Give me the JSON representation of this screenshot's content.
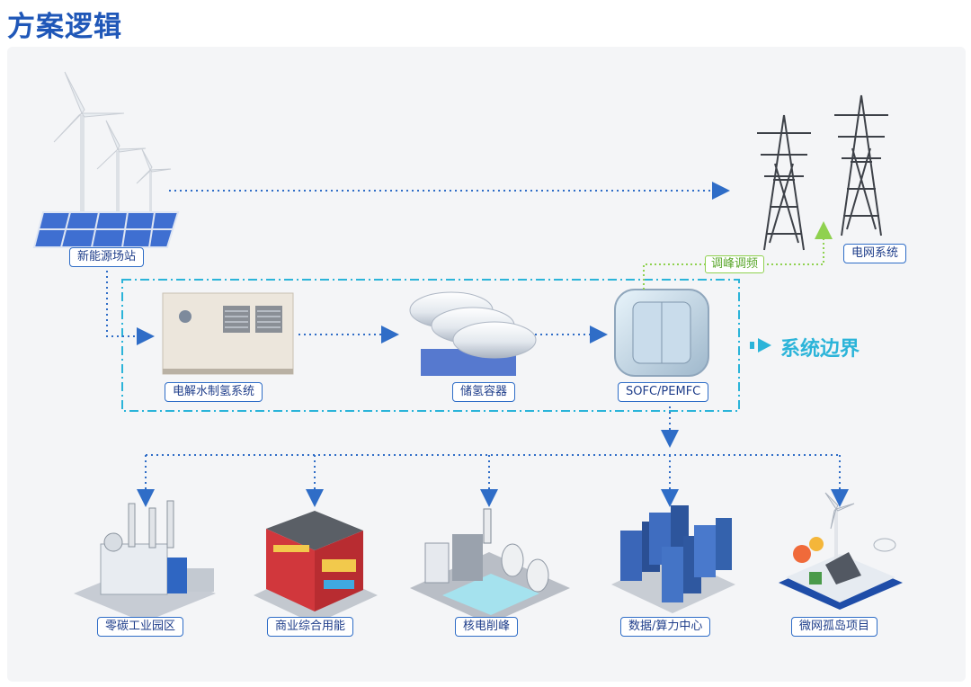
{
  "page_title": "方案逻辑",
  "nodes": {
    "renewable": "新能源场站",
    "grid": "电网系统",
    "electrolyzer": "电解水制氢系统",
    "storage": "储氢容器",
    "fuel_cell": "SOFC/PEMFC",
    "peak_label": "调峰调频",
    "boundary_label": "系统边界"
  },
  "applications": [
    {
      "label": "零碳工业园区"
    },
    {
      "label": "商业综合用能"
    },
    {
      "label": "核电削峰"
    },
    {
      "label": "数据/算力中心"
    },
    {
      "label": "微网孤岛项目"
    }
  ],
  "colors": {
    "title": "#1f57b8",
    "flow_arrow": "#2f6dc7",
    "boundary": "#2bb4d9",
    "peak_line": "#8fd14f"
  }
}
